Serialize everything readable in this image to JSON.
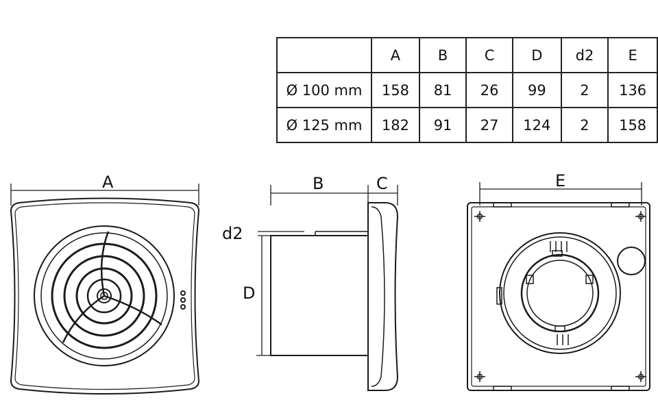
{
  "table": {
    "headers": [
      "",
      "A",
      "B",
      "C",
      "D",
      "d2",
      "E"
    ],
    "rows": [
      [
        "Ø 100 mm",
        "158",
        "81",
        "26",
        "99",
        "2",
        "136"
      ],
      [
        "Ø 125 mm",
        "182",
        "91",
        "27",
        "124",
        "2",
        "158"
      ]
    ]
  },
  "labels": {
    "A": "A",
    "B": "B",
    "C": "C",
    "D": "D",
    "d2": "d2",
    "E": "E"
  },
  "colors": {
    "line": "#1a1a1a"
  }
}
